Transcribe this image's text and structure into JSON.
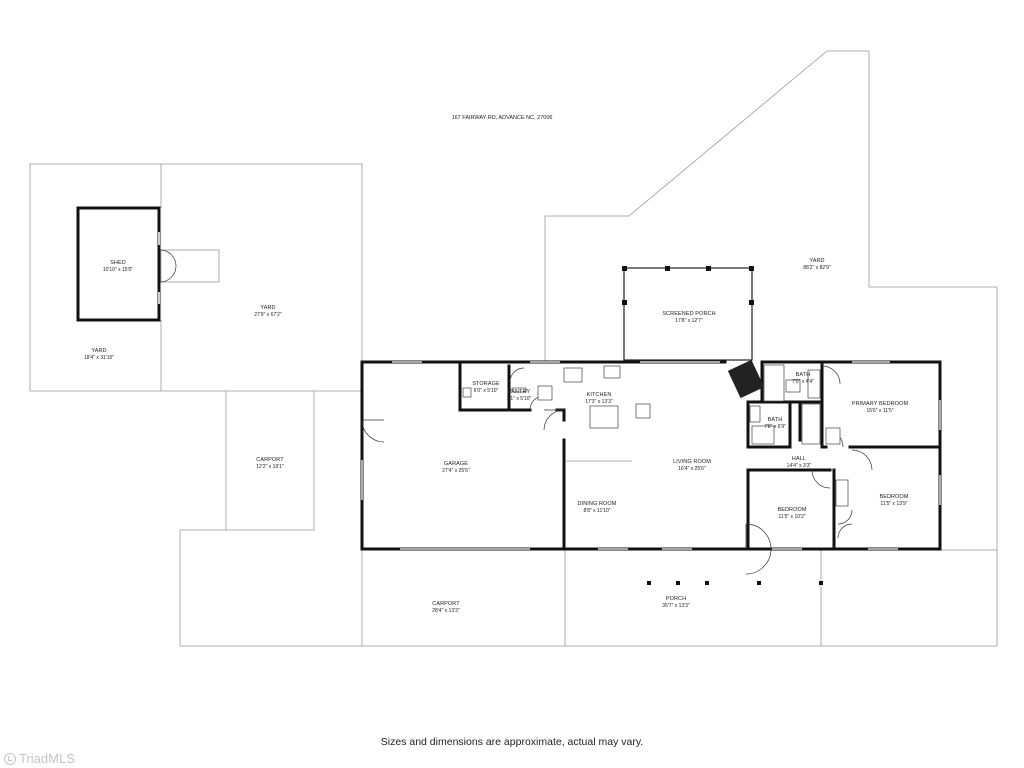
{
  "address": "167 FAIRWAY RD, ADVANCE NC, 27006",
  "disclaimer": "Sizes and dimensions are approximate, actual may vary.",
  "watermark": "TriadMLS",
  "rooms": {
    "shed": {
      "name": "SHED",
      "dims": "10'10\" x 15'0\""
    },
    "yard_left": {
      "name": "YARD",
      "dims": "18'4\" x 31'10\""
    },
    "yard_mid": {
      "name": "YARD",
      "dims": "27'9\" x 67'2\""
    },
    "yard_right": {
      "name": "YARD",
      "dims": "88'2\" x 82'9\""
    },
    "carport_side": {
      "name": "CARPORT",
      "dims": "12'2\" x 19'1\""
    },
    "carport_front": {
      "name": "CARPORT",
      "dims": "28'4\" x 13'3\""
    },
    "screened_porch": {
      "name": "SCREENED PORCH",
      "dims": "17'8\" x 12'7\""
    },
    "storage": {
      "name": "STORAGE",
      "dims": "6'0\" x 5'10\""
    },
    "pantry": {
      "name": "PANTRY",
      "dims": "1'1\" x 5'10\""
    },
    "kitchen": {
      "name": "KITCHEN",
      "dims": "17'3\" x 13'3\""
    },
    "garage": {
      "name": "GARAGE",
      "dims": "27'4\" x 25'6\""
    },
    "dining": {
      "name": "DINING ROOM",
      "dims": "8'8\" x 11'10\""
    },
    "living": {
      "name": "LIVING ROOM",
      "dims": "16'4\" x 25'6\""
    },
    "bath_top": {
      "name": "BATH",
      "dims": "7'0\" x 4'4\""
    },
    "bath_lower": {
      "name": "BATH",
      "dims": "7'8\" x 6'9\""
    },
    "primary": {
      "name": "PRIMARY BEDROOM",
      "dims": "15'6\" x 11'5\""
    },
    "hall": {
      "name": "HALL",
      "dims": "14'4\" x 3'3\""
    },
    "bedroom_mid": {
      "name": "BEDROOM",
      "dims": "11'5\" x 10'2\""
    },
    "bedroom_right": {
      "name": "BEDROOM",
      "dims": "11'5\" x 13'9\""
    },
    "porch": {
      "name": "PORCH",
      "dims": "35'7\" x 13'3\""
    }
  }
}
